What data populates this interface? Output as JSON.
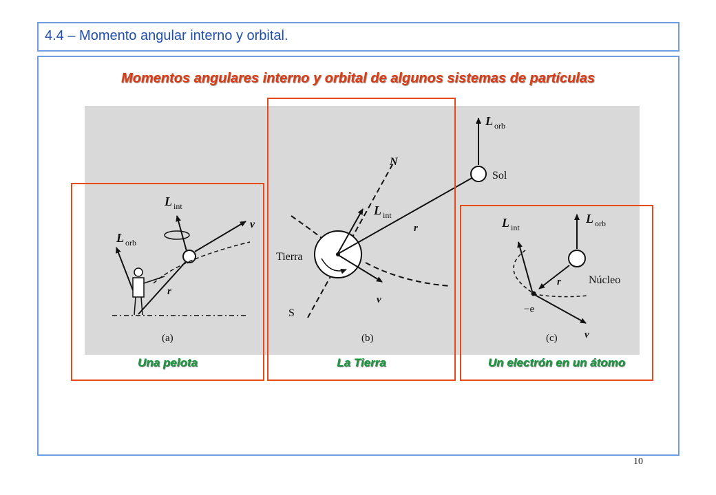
{
  "slide": {
    "section_title": "4.4 – Momento angular interno y orbital.",
    "heading": "Momentos angulares interno y orbital de algunos sistemas de partículas",
    "page_number": "10"
  },
  "panels": [
    {
      "caption": "Una pelota",
      "sublabel": "(a)",
      "labels": {
        "l_int": "L",
        "l_int_sub": "int",
        "l_orb": "L",
        "l_orb_sub": "orb",
        "v": "v",
        "r": "r"
      }
    },
    {
      "caption": "La Tierra",
      "sublabel": "(b)",
      "labels": {
        "l_orb": "L",
        "l_orb_sub": "orb",
        "l_int": "L",
        "l_int_sub": "int",
        "n": "N",
        "s": "S",
        "sol": "Sol",
        "tierra": "Tierra",
        "r": "r",
        "v": "v"
      }
    },
    {
      "caption": "Un electrón en un átomo",
      "sublabel": "(c)",
      "labels": {
        "l_int": "L",
        "l_int_sub": "int",
        "l_orb": "L",
        "l_orb_sub": "orb",
        "nucleo": "Núcleo",
        "r": "r",
        "e": "−e",
        "v": "v"
      }
    }
  ],
  "colors": {
    "frame": "#e64a1a",
    "border": "#6f9de0",
    "title": "#1f4fa8",
    "heading": "#e03a10",
    "caption": "#169a3c",
    "figure_bg": "#d9d9d9"
  }
}
